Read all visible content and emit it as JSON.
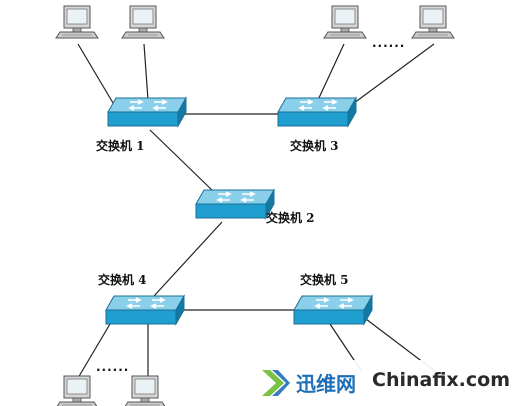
{
  "diagram": {
    "switches": [
      {
        "id": "sw1",
        "label": "交换机 1"
      },
      {
        "id": "sw3",
        "label": "交换机 3"
      },
      {
        "id": "sw2",
        "label": "交换机 2"
      },
      {
        "id": "sw4",
        "label": "交换机 4"
      },
      {
        "id": "sw5",
        "label": "交换机 5"
      }
    ],
    "ellipsis_top": "......",
    "ellipsis_bottom": "......"
  },
  "watermark": {
    "brand_cn": "迅维网",
    "brand_en": "Chinafix.com"
  },
  "colors": {
    "switch_top": "#8ad0ea",
    "switch_front": "#1f9fd0",
    "link_line": "#222222",
    "computer_body": "#d4d4d4",
    "brand_green": "#7cc242",
    "brand_blue": "#1e6fb8"
  }
}
